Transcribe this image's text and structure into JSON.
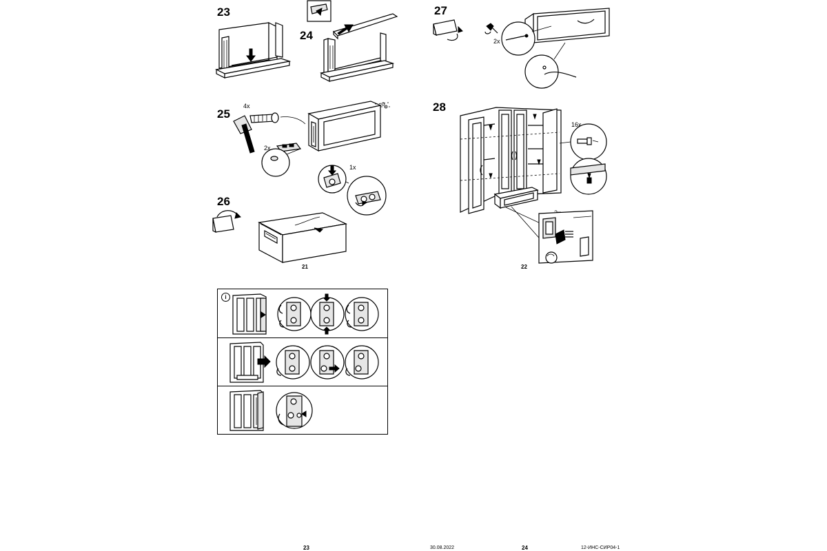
{
  "steps": [
    {
      "number": "23"
    },
    {
      "number": "24"
    },
    {
      "number": "25",
      "quantities": [
        "4x",
        "2x",
        "1x"
      ]
    },
    {
      "number": "26"
    },
    {
      "number": "27",
      "quantities": [
        "2x"
      ]
    },
    {
      "number": "28",
      "quantities": [
        "16x",
        "2x"
      ]
    }
  ],
  "page_numbers": {
    "left_sheet": "21",
    "right_sheet": "22"
  },
  "info_panel": {
    "icon": "i"
  },
  "footer": {
    "left_page": "23",
    "date": "30.08.2022",
    "right_page": "24",
    "doc_code": "12-ИНС-СИР04-1"
  }
}
